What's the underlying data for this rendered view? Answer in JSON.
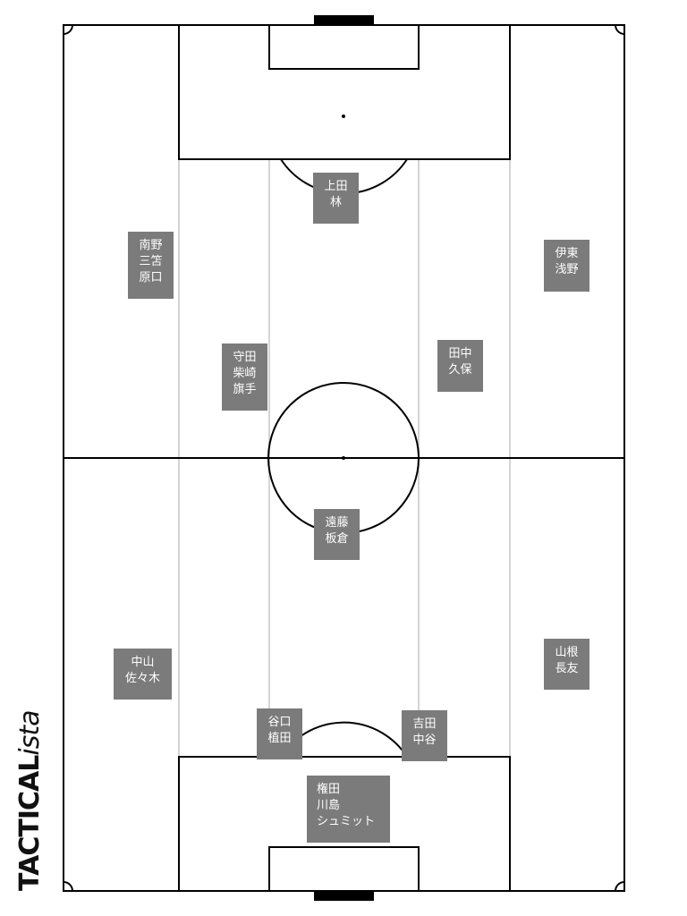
{
  "brand": {
    "prefix": "TACTICAL",
    "suffix": "ista"
  },
  "colors": {
    "line": "#000000",
    "lane": "#d4d4d4",
    "box": "#7b7b7b",
    "box_text": "#ffffff"
  },
  "positions": {
    "gk_top": [
      "上田",
      "林"
    ],
    "lw": [
      "南野",
      "三笘",
      "原口"
    ],
    "rw": [
      "伊東",
      "浅野"
    ],
    "lcm": [
      "守田",
      "柴崎",
      "旗手"
    ],
    "rcm": [
      "田中",
      "久保"
    ],
    "dm": [
      "遠藤",
      "板倉"
    ],
    "lb": [
      "中山",
      "佐々木"
    ],
    "rb": [
      "山根",
      "長友"
    ],
    "lcb": [
      "谷口",
      "植田"
    ],
    "rcb": [
      "吉田",
      "中谷"
    ],
    "gk": [
      "権田",
      "川島",
      "シュミット"
    ]
  }
}
